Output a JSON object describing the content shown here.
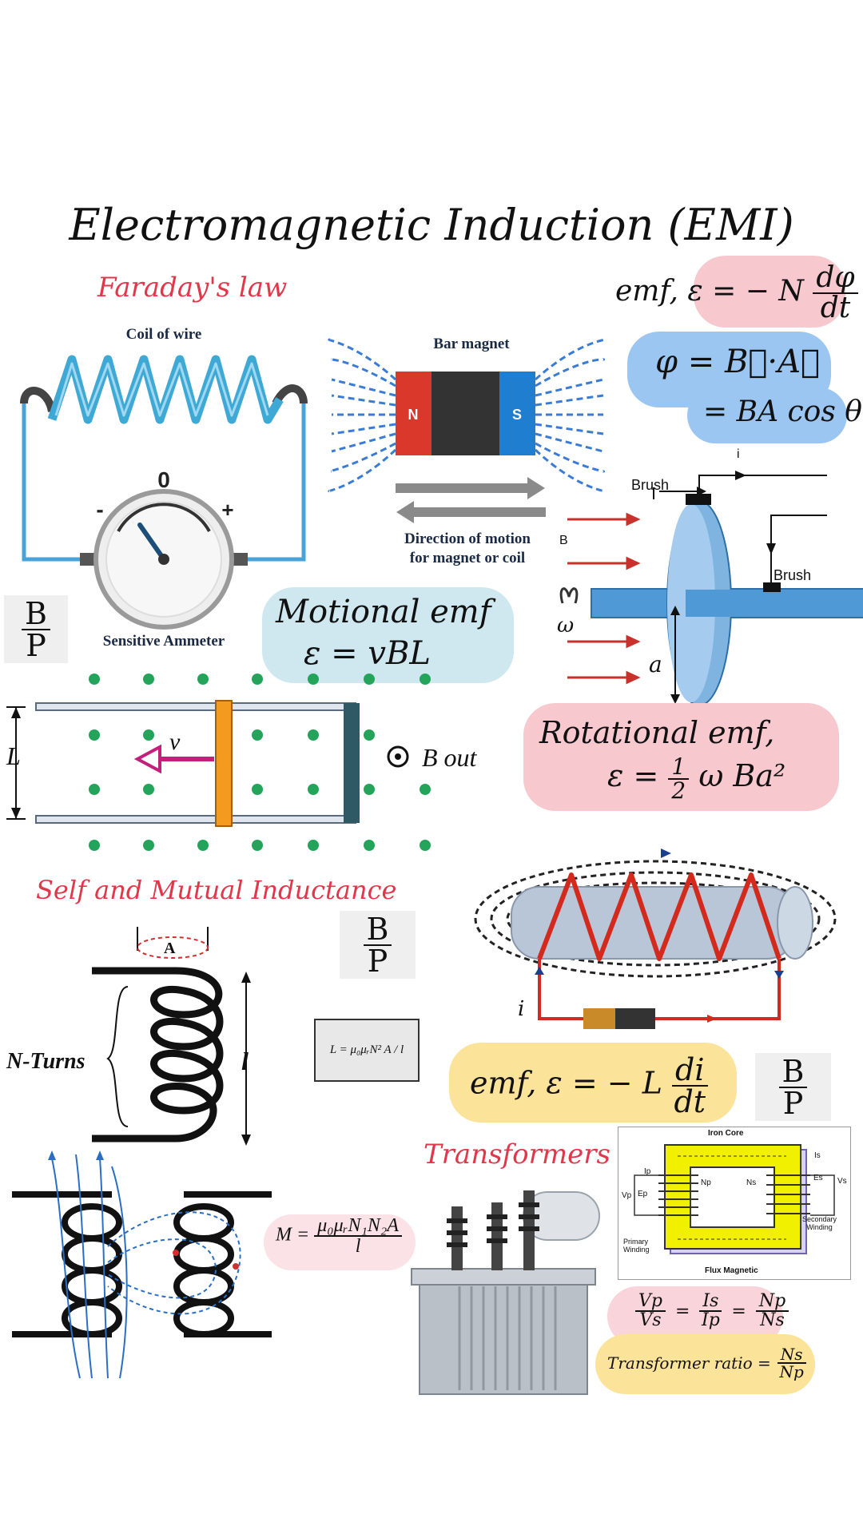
{
  "title": "Electromagnetic Induction (EMI)",
  "sections": {
    "faraday": "Faraday's law",
    "self_mutual": "Self and Mutual Inductance",
    "transformers": "Transformers"
  },
  "faraday_diagram": {
    "coil_label": "Coil of wire",
    "magnet_label": "Bar magnet",
    "north": "N",
    "south": "S",
    "zero": "0",
    "minus": "-",
    "plus": "+",
    "ammeter_label": "Sensitive Ammeter",
    "motion_line1": "Direction of motion",
    "motion_line2": "for magnet or coil"
  },
  "equations": {
    "emf_lhs": "emf, ε = − N",
    "emf_num": "dφ",
    "emf_den": "dt",
    "flux": "φ = B⃗·A⃗",
    "flux_cos": "= BA cos θ",
    "motional_1": "Motional emf",
    "motional_2": "ε = vBL",
    "rotational_1": "Rotational emf,",
    "rotational_lhs": "ε =",
    "rotational_num": "1",
    "rotational_den": "2",
    "rotational_rhs": "ω Ba²",
    "self_lhs": "emf, ε = − L",
    "self_num": "di",
    "self_den": "dt",
    "inductance_box": "L = μ₀μᵣN² A / l",
    "mutual_lhs": "M =",
    "mutual_num": "μ₀μᵣN₁N₂A",
    "mutual_den": "l",
    "ratio_vp": "Vp",
    "ratio_vs": "Vs",
    "ratio_is": "Is",
    "ratio_ip": "Ip",
    "ratio_np": "Np",
    "ratio_ns": "Ns",
    "ratio_eq": "=",
    "trans_ratio_lhs": "Transformer ratio =",
    "trans_ratio_num": "Ns",
    "trans_ratio_den": "Np"
  },
  "rotational_diagram": {
    "brush_top": "Brush",
    "brush_right": "Brush",
    "current": "i",
    "field": "B",
    "omega": "ω",
    "radius": "a"
  },
  "motional_diagram": {
    "length": "L",
    "velocity": "v",
    "field_label": "B out"
  },
  "inductance_diagram": {
    "area": "A",
    "turns": "N-Turns",
    "length": "l",
    "current": "i"
  },
  "transformer_core": {
    "iron_core": "Iron Core",
    "ip": "Ip",
    "is": "Is",
    "np": "Np",
    "ns": "Ns",
    "vp": "Vp",
    "ep": "Ep",
    "es": "Es",
    "vs": "Vs",
    "primary_1": "Primary",
    "primary_2": "Winding",
    "secondary_1": "Secondary",
    "secondary_2": "Winding",
    "flux": "Flux Magnetic"
  },
  "watermark": {
    "num": "B",
    "den": "P"
  },
  "colors": {
    "red": "#e2364b",
    "pink": "#f7c9cf",
    "blue": "#9cc6f2",
    "teal": "#cfe7ef",
    "yellow": "#fbe39a",
    "wire": "#4aa3d8"
  }
}
